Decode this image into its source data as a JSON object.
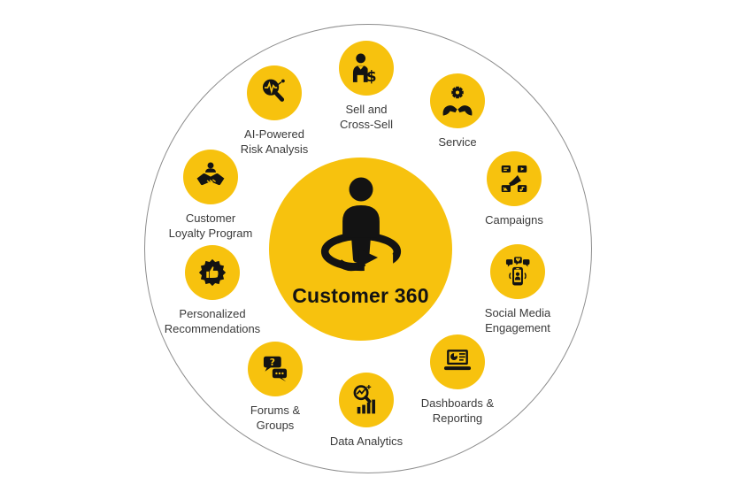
{
  "diagram": {
    "colors": {
      "accent_yellow": "#F7C20E",
      "icon_black": "#131313",
      "label_gray": "#3A3A3A",
      "outer_ring_gray": "#8D8D8D",
      "background": "#FFFFFF"
    },
    "center": {
      "title": "Customer 360",
      "icon": "person-360-rotation-icon"
    },
    "nodes": [
      {
        "id": "sell-and-cross-sell",
        "icon": "salesperson-dollar-icon",
        "label": "Sell and\nCross-Sell"
      },
      {
        "id": "service",
        "icon": "hands-holding-gear-icon",
        "label": "Service"
      },
      {
        "id": "campaigns",
        "icon": "megaphone-media-grid-icon",
        "label": "Campaigns"
      },
      {
        "id": "social-media-engagement",
        "icon": "smartphone-chat-icon",
        "label": "Social Media\nEngagement"
      },
      {
        "id": "dashboards-reporting",
        "icon": "laptop-analytics-icon",
        "label": "Dashboards &\nReporting"
      },
      {
        "id": "data-analytics",
        "icon": "magnifier-bar-chart-icon",
        "label": "Data Analytics"
      },
      {
        "id": "forums-groups",
        "icon": "discussion-bubbles-icon",
        "label": "Forums &\nGroups"
      },
      {
        "id": "personalized-recommendations",
        "icon": "thumbs-up-badge-icon",
        "label": "Personalized\nRecommendations"
      },
      {
        "id": "customer-loyalty-program",
        "icon": "handshake-person-icon",
        "label": "Customer\nLoyalty Program"
      },
      {
        "id": "ai-powered-risk-analysis",
        "icon": "magnifier-pulse-icon",
        "label": "AI-Powered\nRisk Analysis"
      }
    ]
  }
}
